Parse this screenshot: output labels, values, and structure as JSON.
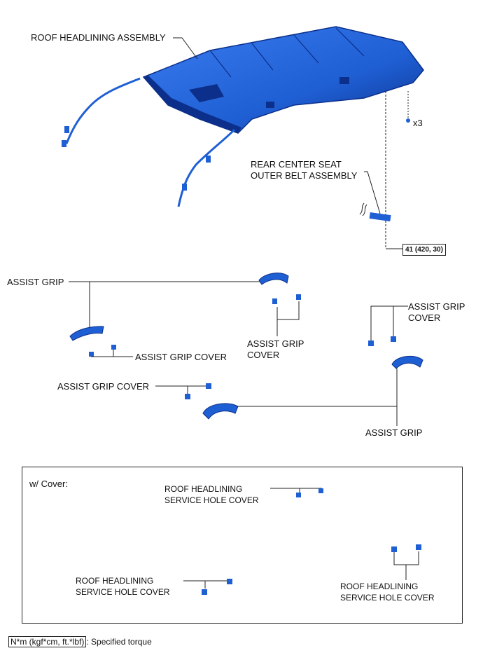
{
  "labels": {
    "roof_headlining_assembly": "ROOF HEADLINING ASSEMBLY",
    "qty_x3": "x3",
    "rear_belt_line1": "REAR CENTER SEAT",
    "rear_belt_line2": "OUTER BELT ASSEMBLY",
    "torque": "41 (420, 30)",
    "assist_grip_a": "ASSIST GRIP",
    "assist_grip_cover_b1": "ASSIST GRIP",
    "assist_grip_cover_b2": "COVER",
    "assist_grip_cover_c1": "ASSIST GRIP",
    "assist_grip_cover_c2": "COVER",
    "assist_grip_cover_d": "ASSIST GRIP COVER",
    "assist_grip_cover_e": "ASSIST GRIP COVER",
    "assist_grip_f": "ASSIST GRIP"
  },
  "cover_box": {
    "title": "w/ Cover:",
    "hole_cover_1_line1": "ROOF HEADLINING",
    "hole_cover_1_line2": "SERVICE HOLE COVER",
    "hole_cover_2_line1": "ROOF HEADLINING",
    "hole_cover_2_line2": "SERVICE HOLE COVER",
    "hole_cover_3_line1": "ROOF HEADLINING",
    "hole_cover_3_line2": "SERVICE HOLE COVER"
  },
  "legend": {
    "key": "N*m (kgf*cm, ft.*lbf)",
    "text": ": Specified torque"
  },
  "colors": {
    "part_fill": "#1f5fd4",
    "part_dark": "#0b2f8a",
    "line": "#222222"
  }
}
